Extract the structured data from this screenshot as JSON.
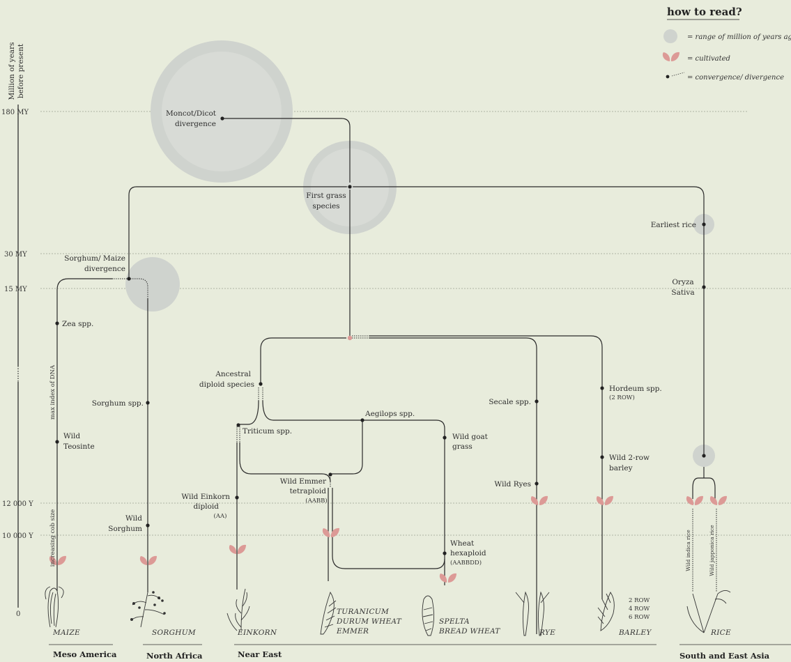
{
  "axis": {
    "title_line1": "Million of years",
    "title_line2": "before present",
    "ticks": [
      "180 MY",
      "30 MY",
      "15 MY",
      "12 000 Y",
      "10 000 Y",
      "0"
    ]
  },
  "legend": {
    "title": "how to read?",
    "range": "= range of million of years ago",
    "cultivated": "= cultivated",
    "convergence": "= convergence/ divergence"
  },
  "nodes": {
    "moncot_1": "Moncot/Dicot",
    "moncot_2": "divergence",
    "grass_1": "First grass",
    "grass_2": "species",
    "earliest_rice": "Earliest rice",
    "oryza_1": "Oryza",
    "oryza_2": "Sativa",
    "sorghum_maize_1": "Sorghum/ Maize",
    "sorghum_maize_2": "divergence",
    "zea": "Zea spp.",
    "teosinte_1": "Wild",
    "teosinte_2": "Teosinte",
    "sorghum_spp": "Sorghum spp.",
    "wild_sorghum_1": "Wild",
    "wild_sorghum_2": "Sorghum",
    "ancestral_1": "Ancestral",
    "ancestral_2": "diploid species",
    "aegilops": "Aegilops spp.",
    "triticum": "Triticum spp.",
    "goat_1": "Wild goat",
    "goat_2": "grass",
    "emmer_1": "Wild Emmer",
    "emmer_2": "tetraploid",
    "emmer_3": "(AABB)",
    "einkorn_1": "Wild Einkorn",
    "einkorn_2": "diploid",
    "einkorn_3": "(AA)",
    "hexa_1": "Wheat",
    "hexa_2": "hexaploid",
    "hexa_3": "(AABBDD)",
    "secale": "Secale spp.",
    "wild_ryes": "Wild Ryes",
    "hordeum": "Hordeum spp.",
    "hordeum_row": "(2 ROW)",
    "barley_1": "Wild 2-row",
    "barley_2": "barley",
    "dna_note": "max index of DNA",
    "cob_note": "increasing cob size",
    "indica": "Wild indica rice",
    "japonica": "Wild japponica rice"
  },
  "crops": {
    "maize": "MAIZE",
    "sorghum": "SORGHUM",
    "einkorn": "EINKORN",
    "turanicum": "TURANICUM",
    "durum": "DURUM WHEAT",
    "emmer": "EMMER",
    "spelta": "SPELTA",
    "bread": "BREAD WHEAT",
    "rye": "RYE",
    "barley": "BARLEY",
    "rice": "RICE",
    "row2": "2 ROW",
    "row4": "4 ROW",
    "row6": "6 ROW"
  },
  "regions": {
    "meso": "Meso America",
    "north_africa": "North Africa",
    "near_east": "Near East",
    "asia": "South and East Asia"
  },
  "colors": {
    "background": "#e8ecdc",
    "bubble": "#cfd3ce",
    "cultivated": "#dc9a96",
    "line": "#2a2a2a"
  }
}
